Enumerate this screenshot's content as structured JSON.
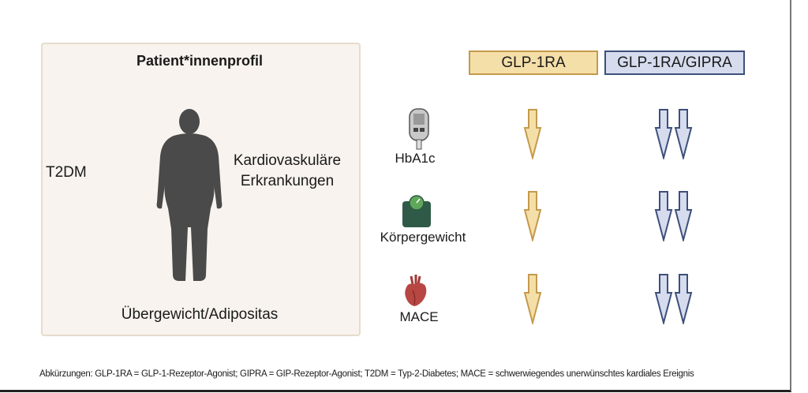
{
  "panel": {
    "title": "Patient*innenprofil",
    "left_label": "T2DM",
    "right_label_line1": "Kardiovaskuläre",
    "right_label_line2": "Erkrankungen",
    "bottom_label": "Übergewicht/Adipositas"
  },
  "columns": [
    {
      "label": "GLP-1RA",
      "fill": "#f5dfa8",
      "border": "#c49a4c"
    },
    {
      "label": "GLP-1RA/GIPRA",
      "fill": "#d6dcee",
      "border": "#3d4f7a"
    }
  ],
  "rows": [
    {
      "label": "HbA1c",
      "icon": "glucometer-icon",
      "glp1ra_arrows": 1,
      "dual_arrows": 2
    },
    {
      "label": "Körpergewicht",
      "icon": "scale-icon",
      "glp1ra_arrows": 1,
      "dual_arrows": 2
    },
    {
      "label": "MACE",
      "icon": "heart-icon",
      "glp1ra_arrows": 1,
      "dual_arrows": 2
    }
  ],
  "footnote": "Abkürzungen: GLP-1RA = GLP-1-Rezeptor-Agonist; GIPRA = GIP-Rezeptor-Agonist; T2DM = Typ-2-Diabetes; MACE = schwerwiegendes unerwünschtes kardiales Ereignis"
}
